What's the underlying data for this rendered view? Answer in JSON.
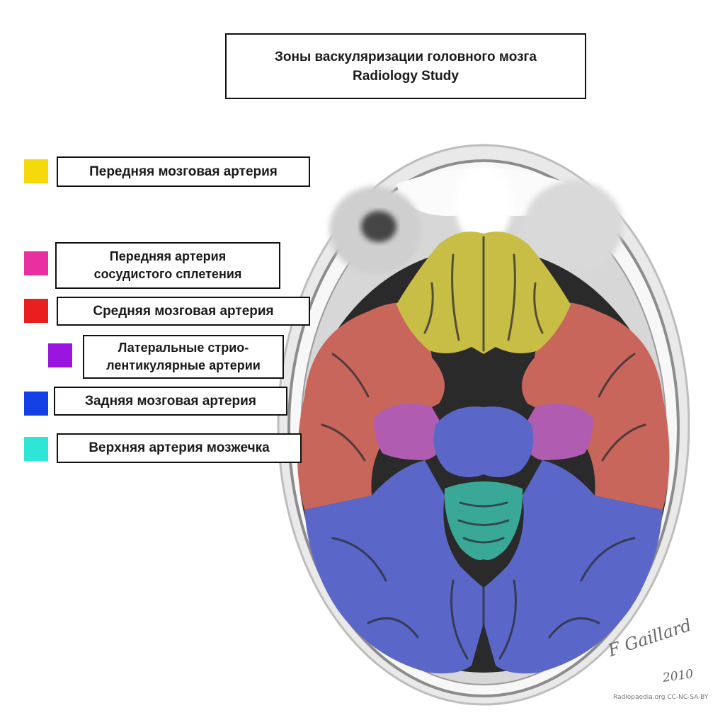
{
  "title": {
    "line1": "Зоны васкуляризации головного мозга",
    "line2": "Radiology Study"
  },
  "legend": [
    {
      "lines": [
        "Передняя мозговая артерия"
      ],
      "color": "#f5d90a"
    },
    {
      "lines": [
        "Передняя артерия",
        "сосудистого сплетения"
      ],
      "color": "#ea2fa0"
    },
    {
      "lines": [
        "Средняя мозговая артерия"
      ],
      "color": "#e91e1e"
    },
    {
      "lines": [
        "Латеральные стрио-",
        "лентикулярные артерии"
      ],
      "color": "#9a16e0"
    },
    {
      "lines": [
        "Задняя мозговая артерия"
      ],
      "color": "#1340e6"
    },
    {
      "lines": [
        "Верхняя артерия мозжечка"
      ],
      "color": "#2ee6d6"
    }
  ],
  "regions": {
    "anterior": "#c8bd45",
    "middle": "#c8665c",
    "choroidal": "#b05cb0",
    "posterior": "#5a67c8",
    "cerebellar": "#3aa897"
  },
  "signature": {
    "name": "F Gaillard",
    "year": "2010"
  },
  "credit": "Radiopaedia.org CC-NC-SA-BY"
}
